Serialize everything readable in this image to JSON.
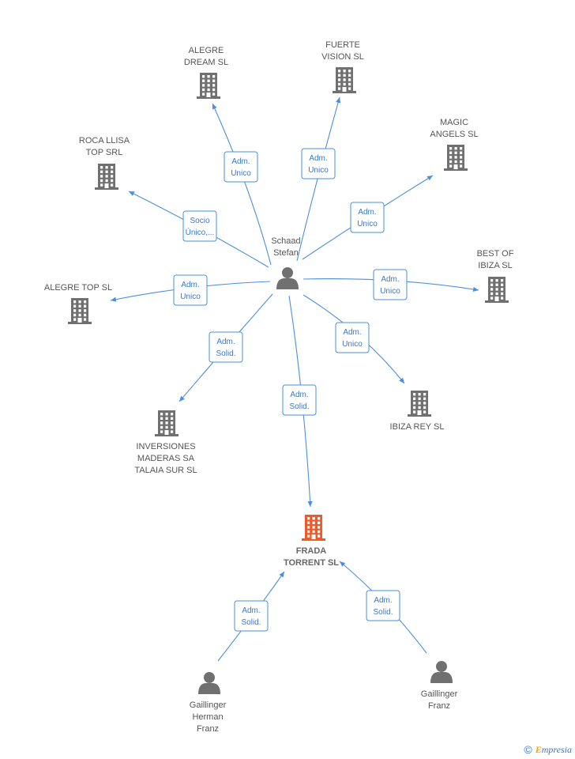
{
  "colors": {
    "edge": "#4a8fe0",
    "company": "#707070",
    "focus_company": "#f0592a",
    "person": "#707070",
    "rel_text": "#3a78c8"
  },
  "nodes": [
    {
      "id": "schaad",
      "type": "person",
      "lines": [
        "Schaad",
        "Stefan"
      ]
    },
    {
      "id": "alegre_dream",
      "type": "company",
      "lines": [
        "ALEGRE",
        "DREAM SL"
      ]
    },
    {
      "id": "fuerte_vision",
      "type": "company",
      "lines": [
        "FUERTE",
        "VISION SL"
      ]
    },
    {
      "id": "magic_angels",
      "type": "company",
      "lines": [
        "MAGIC",
        "ANGELS  SL"
      ]
    },
    {
      "id": "roca_llisa",
      "type": "company",
      "lines": [
        "ROCA LLISA",
        "TOP SRL"
      ]
    },
    {
      "id": "best_of_ibiza",
      "type": "company",
      "lines": [
        "BEST OF",
        "IBIZA SL"
      ]
    },
    {
      "id": "alegre_top",
      "type": "company",
      "lines": [
        "ALEGRE TOP SL"
      ]
    },
    {
      "id": "inversiones",
      "type": "company",
      "lines": [
        "INVERSIONES",
        "MADERAS SA",
        "TALAIA SUR SL"
      ]
    },
    {
      "id": "ibiza_rey",
      "type": "company",
      "lines": [
        "IBIZA REY SL"
      ]
    },
    {
      "id": "frada",
      "type": "company",
      "focus": true,
      "lines": [
        "FRADA",
        "TORRENT SL"
      ]
    },
    {
      "id": "gaillinger_herman",
      "type": "person",
      "lines": [
        "Gaillinger",
        "Herman",
        "Franz"
      ]
    },
    {
      "id": "gaillinger_franz",
      "type": "person",
      "lines": [
        "Gaillinger",
        "Franz"
      ]
    }
  ],
  "relations": [
    {
      "id": "r_alegre_dream",
      "lines": [
        "Adm.",
        "Unico"
      ]
    },
    {
      "id": "r_fuerte_vision",
      "lines": [
        "Adm.",
        "Unico"
      ]
    },
    {
      "id": "r_magic_angels",
      "lines": [
        "Adm.",
        "Unico"
      ]
    },
    {
      "id": "r_roca_llisa",
      "lines": [
        "Socio",
        "Único,..."
      ]
    },
    {
      "id": "r_best_of_ibiza",
      "lines": [
        "Adm.",
        "Unico"
      ]
    },
    {
      "id": "r_alegre_top",
      "lines": [
        "Adm.",
        "Unico"
      ]
    },
    {
      "id": "r_inversiones",
      "lines": [
        "Adm.",
        "Solid."
      ]
    },
    {
      "id": "r_ibiza_rey",
      "lines": [
        "Adm.",
        "Unico"
      ]
    },
    {
      "id": "r_frada_schaad",
      "lines": [
        "Adm.",
        "Solid."
      ]
    },
    {
      "id": "r_frada_herman",
      "lines": [
        "Adm.",
        "Solid."
      ]
    },
    {
      "id": "r_frada_franz",
      "lines": [
        "Adm.",
        "Solid."
      ]
    }
  ],
  "footer": {
    "copyright": "©",
    "brand_initial": "E",
    "brand_rest": "mpresia"
  }
}
